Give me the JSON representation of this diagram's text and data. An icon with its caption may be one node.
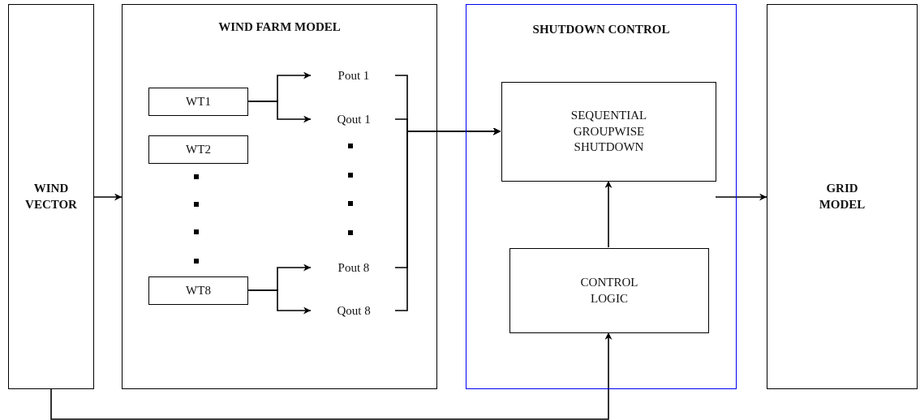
{
  "diagram": {
    "nodes": [
      {
        "text": [
          "WIND VECTOR"
        ]
      },
      {
        "text": [
          "WIND FARM MODEL"
        ]
      },
      {
        "text": [
          "WT1"
        ],
        "in": 1
      },
      {
        "text": [
          "WT2"
        ],
        "in": 1
      },
      {
        "text": [
          "WT8"
        ],
        "in": 1
      },
      {
        "text": [
          "Pout 1"
        ],
        "in": 1
      },
      {
        "text": [
          "Qout 1"
        ],
        "in": 1
      },
      {
        "text": [
          "Pout 8"
        ],
        "in": 1
      },
      {
        "text": [
          "Qout 8"
        ],
        "in": 1
      },
      {
        "text": [
          "SHUTDOWN CONTROL"
        ]
      },
      {
        "text": [
          "SEQUENTIAL GROUPWISE SHUTDOWN"
        ],
        "in": 9
      },
      {
        "text": [
          "CONTROL LOGIC"
        ],
        "in": 9
      },
      {
        "text": [
          "GRID MODEL"
        ]
      }
    ],
    "edges": [
      {
        "from": 0,
        "to": 1,
        "arrow": "to"
      },
      {
        "from": 2,
        "to": 5,
        "arrow": "to"
      },
      {
        "from": 2,
        "to": 6,
        "arrow": "to"
      },
      {
        "from": 4,
        "to": 7,
        "arrow": "to"
      },
      {
        "from": 4,
        "to": 8,
        "arrow": "to"
      },
      {
        "from": 5,
        "to": 10,
        "arrow": "to"
      },
      {
        "from": 6,
        "to": 10,
        "arrow": "to"
      },
      {
        "from": 7,
        "to": 10,
        "arrow": "to"
      },
      {
        "from": 8,
        "to": 10,
        "arrow": "to"
      },
      {
        "from": 10,
        "to": 12,
        "arrow": "to"
      },
      {
        "from": 11,
        "to": 10,
        "arrow": "to"
      },
      {
        "from": 0,
        "to": 11,
        "arrow": "to"
      }
    ]
  }
}
